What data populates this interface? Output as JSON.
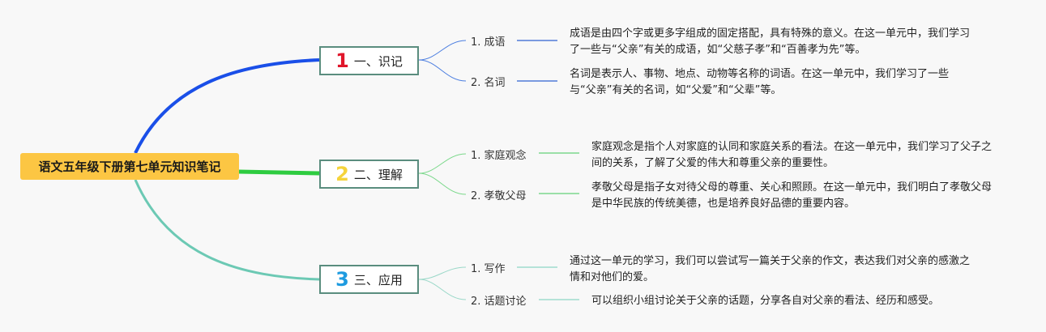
{
  "root": {
    "title": "语文五年级下册第七单元知识笔记"
  },
  "colors": {
    "root_bg": "#fcc643",
    "branch1": "#1a4fe8",
    "branch2": "#2ecc40",
    "branch3": "#6cc9b4",
    "num1": "#e0162b",
    "num2": "#f5d33b",
    "num3": "#1e9be0"
  },
  "branches": [
    {
      "number": "1",
      "label": "一、识记",
      "items": [
        {
          "label": "1. 成语",
          "desc": "成语是由四个字或更多字组成的固定搭配，具有特殊的意义。在这一单元中，我们学习了一些与“父亲”有关的成语，如“父慈子孝”和“百善孝为先”等。"
        },
        {
          "label": "2. 名词",
          "desc": "名词是表示人、事物、地点、动物等名称的词语。在这一单元中，我们学习了一些与“父亲”有关的名词，如“父爱”和“父辈”等。"
        }
      ]
    },
    {
      "number": "2",
      "label": "二、理解",
      "items": [
        {
          "label": "1. 家庭观念",
          "desc": "家庭观念是指个人对家庭的认同和家庭关系的看法。在这一单元中，我们学习了父子之间的关系，了解了父爱的伟大和尊重父亲的重要性。"
        },
        {
          "label": "2. 孝敬父母",
          "desc": "孝敬父母是指子女对待父母的尊重、关心和照顾。在这一单元中，我们明白了孝敬父母是中华民族的传统美德，也是培养良好品德的重要内容。"
        }
      ]
    },
    {
      "number": "3",
      "label": "三、应用",
      "items": [
        {
          "label": "1. 写作",
          "desc": "通过这一单元的学习，我们可以尝试写一篇关于父亲的作文，表达我们对父亲的感激之情和对他们的爱。"
        },
        {
          "label": "2. 话题讨论",
          "desc": "可以组织小组讨论关于父亲的话题，分享各自对父亲的看法、经历和感受。"
        }
      ]
    }
  ]
}
